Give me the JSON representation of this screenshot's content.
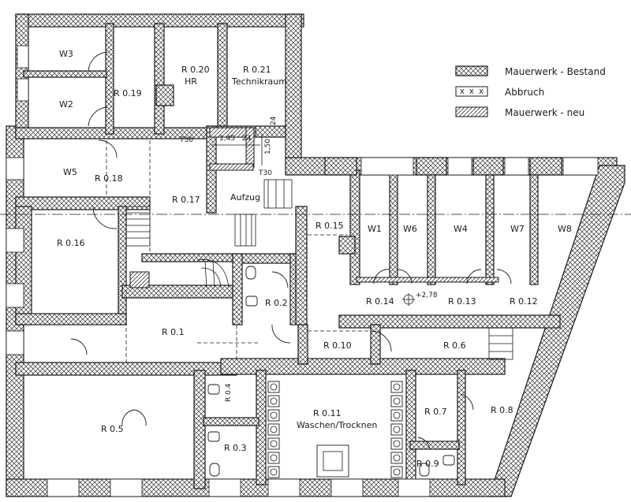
{
  "legend": {
    "existing_masonry": "Mauerwerk - Bestand",
    "demolition": "Abbruch",
    "new_masonry": "Mauerwerk - neu"
  },
  "rooms": {
    "w3": "W3",
    "w2": "W2",
    "r019": "R 0.19",
    "r020": "R 0.20",
    "hr": "HR",
    "r021": "R 0.21",
    "technikraum": "Technikraum",
    "w5": "W5",
    "r018": "R 0.18",
    "r017": "R 0.17",
    "aufzug": "Aufzug",
    "r016": "R 0.16",
    "r015": "R 0.15",
    "w1": "W1",
    "w6": "W6",
    "w4": "W4",
    "w7": "W7",
    "w8": "W8",
    "r02": "R 0.2",
    "r014": "R 0.14",
    "r013": "R 0.13",
    "r012": "R 0.12",
    "r01": "R 0.1",
    "r010": "R 0.10",
    "r06": "R 0.6",
    "r05": "R 0.5",
    "r04": "R 0.4",
    "r03": "R 0.3",
    "r011": "R 0.11",
    "waschen": "Waschen/Trocknen",
    "r07": "R 0.7",
    "r08": "R 0.8",
    "r09": "R 0.9"
  },
  "annotations": {
    "t30_a": "T30",
    "t30_b": "T30",
    "dim_145": "1,45",
    "dim_24_a": "24",
    "dim_24_b": "24",
    "dim_150": "1,50",
    "level": "+2,78"
  }
}
